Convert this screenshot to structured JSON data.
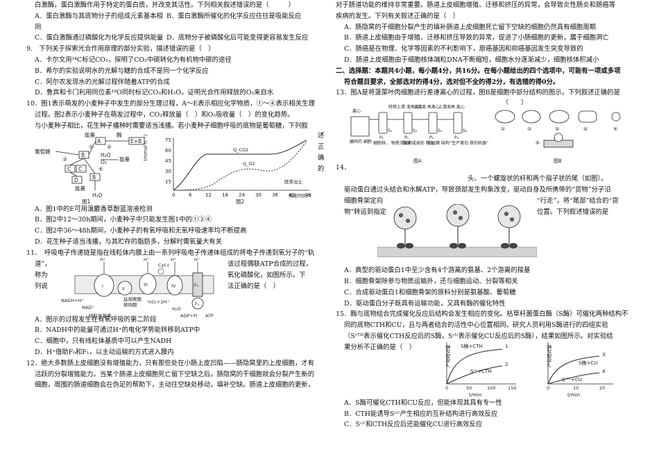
{
  "left": {
    "q8_tail": {
      "line1": "白激酶，蛋白激酶作用于特定的蛋白质，并改变其活性。下列相关叙述错误的是（　　　）",
      "A": "A．蛋白激酶与其底物分子的组成元素基本相同",
      "B": "B．蛋白激酶所催化的化学反应往往是吸能反应",
      "C": "C．蛋白激酶通过磷酸化为化学反应提供能量",
      "D": "D．底物分子被磷酸化后可能变得更容易发生反应"
    },
    "q9": {
      "stem": "9.　下列关于探索光合作用原理的部分实验，描述错误的是（　）",
      "A": "A．卡尔文用¹⁴C标记CO₂，探明了CO₂中碳转化为有机物中碳的途径",
      "B": "B．希尔的实验说明水的光解与糖的合成不是同一个化学反应",
      "C": "C．阿尔农发现水的光解过程伴随着ATP的合成",
      "D": "D．鲁宾和卡门利用同位素¹⁸O同时标记CO₂和H₂O，证明光合作用释放的O₂来自水"
    },
    "q10": {
      "stem1": "10．图1表示萌发的小麦种子中发生的部分生理过程，A～E表示相应化学物质，①～④表示相关生理",
      "stem2": "过程。图2表示小麦种子在萌发过程中，CO₂释放量（　）和O₂吸收量（　）的变化趋势。",
      "stem3": "与小麦种子相比，花生种子播种时需要适当浅播。若小麦种子细胞呼吸的底物是葡萄糖，下列叙",
      "stem_tail1": "述",
      "stem_tail2": "正",
      "stem_tail3": "确",
      "stem_tail4": "的",
      "fig1_label": "图1",
      "fig2_label": "图2",
      "fig1": {
        "glucose": "葡萄糖",
        "energy1": "能量",
        "energy2": "能量",
        "energy3": "能量",
        "enzyme": "酶",
        "A": "A",
        "EB": "E+B",
        "C": "C",
        "D": "D",
        "B": "B",
        "h2o": "H₂O",
        "o2": "O₂",
        "c1": "①",
        "c2": "②",
        "c3": "③",
        "c4": "④"
      },
      "fig2": {
        "ylabel": "(mmol·h⁻¹)",
        "yvals": [
          "75",
          "60",
          "45",
          "30",
          "15"
        ],
        "xvals": [
          "0",
          "6",
          "12",
          "18",
          "24",
          "30",
          "36",
          "42",
          "48"
        ],
        "xlabel": "萌发时间/h",
        "qco2": "Q_CO2",
        "qo2": "Q_O2",
        "emerge": "胚芽出土"
      },
      "A": "A．图1中的E可用溴麝香草酚蓝溶液检测",
      "B": "B．图2中12～30h期间，小麦种子中只能发生图1中的①③④",
      "C": "C．图2中36～48h期间，小麦种子的有氧呼吸和无氧呼吸速率均不断提高",
      "D": "D．花生种子适当浅播，与其贮存的脂肪多，分解时需氧量大有关"
    },
    "q11": {
      "stem1": "11．　呼吸电子传递链是指在线粒体内膜上由一系列呼吸电子传递体组成的将电子传递到氧分子的“轨",
      "stem2a": "道”，",
      "stem2b": "该过程偶联ATP合成的过程，",
      "stem3a": "称为",
      "stem3b": "氧化磷酸化，如图所示。下",
      "stem4a": "列说",
      "stem4b": "法正确的是（　）",
      "fig": {
        "h1": "H⁺",
        "h2": "H⁺",
        "h3": "H⁺",
        "cytc": "Cyt c",
        "nadh": "NADH+H⁺",
        "nad": "NAD⁺",
        "succ": "延胡索酸",
        "succ2": "琥珀酸",
        "o2": "½O₂+2H⁺",
        "h2o": "H₂O",
        "adp": "ADP+Pi",
        "atp": "ATP",
        "matrix": "线粒体基质",
        "I": "I",
        "II": "II",
        "III": "III",
        "IV": "IV",
        "F0": "F₀",
        "F1": "F₁"
      },
      "A": "A．图示的过程发生在有氧呼吸的第二阶段",
      "B": "B．NADH中的能量可通过H⁺的电化学势能转移到ATP中",
      "C": "C．细胞中，只有线粒体基质中可以产生NADH",
      "D": "D．H⁺借助F₀和F₁，以主动运输的方式进入膜内"
    },
    "q12": {
      "stem1": "12．绝大多数肠上皮细胞没有增殖能力，只有那些处在小肠上皮凹陷——肠隐窝里的上皮细胞，才有",
      "stem2": "活跃的分裂增殖能力。当某个肠道上皮细胞死亡留下空缺之后，肠隐窝的干细胞就会分裂产生新的",
      "stem3": "细胞，周围的肠道细胞会在伪足的帮助下，主动往空缺处移动，填补空缺。肠道上皮细胞的更新，"
    }
  },
  "right": {
    "q12_cont": {
      "line1": "对于肠道功能的维持非常重要。肠道上皮细胞增殖、迁移和挤压的异常，会导致炎性肠炎和肠癌等",
      "line2": "疾病的发生。下列有关叙述正确的是（　）",
      "A": "A．肠隐窝的干细胞分裂产生的填补肠道上皮细胞死亡留下空缺的细胞仍然具有细胞周期",
      "B": "B．肠道上皮细胞由于增殖、迁移和挤压导致的异常，促进了小肠细胞的更新，属于细胞凋亡",
      "C": "C．肠癌是在物理、化学等因素的不利影响下，原癌基因和抑癌基因发生突变导致的",
      "D": "D．肠道上皮细胞由于细胞核体端粒DNA不断缩短，细胞水分逐渐减少，细胞核体积减小"
    },
    "section2": "二、选择题：本题共4小题，每小题4分，共16分。在每小题给出的四个选项中，可能有一项或多项",
    "section2b": "符合题目要求，全部选对的得4分，选对但不全的得2分，有选错的得0分。",
    "q13": {
      "stem": "13．图A是将菠菜叶肉细胞进行差速离心的过程，图B是细胞中部分结构的图示，下列叙述正确的是",
      "paren": "（　　）",
      "figA_label": "图A",
      "figB_label": "图B",
      "tube_labels": [
        "离心",
        "转移上清\n液再离心",
        "上清液\n再离心",
        "上清液再\n离心"
      ],
      "p1": "P₁",
      "p2": "P₂",
      "p3": "P₃",
      "p4": "P₄",
      "s1": "S₁",
      "s2": "S₂",
      "s3": "S₃",
      "s4": "S₄",
      "broken": "磨碎的\n细胞",
      "p1_desc": "细胞核、\n物质沉淀物",
      "p2_desc": "椭球\n或球形\n粒无",
      "p3_desc": "双层膜\n结构",
      "p4_desc": "“生产蛋白\n质的机器”",
      "nums": [
        "①",
        "②",
        "③",
        "④",
        "⑤",
        "⑥"
      ]
    },
    "q14": {
      "num": "14．",
      "stem1_tail": "头、一个螺旋状的杆和两个扇子状的尾（如图）。",
      "stem2": "驱动蛋白通过头结合和水解ATP，导致颈部发生构象改变，驱动自身及所携带的“货物”分子沿",
      "stem3a": "细胞骨架定向",
      "stem3b": "“行走”，将“尾部”结合的“货",
      "stem4a": "物”转运到指定",
      "stem4b": "位置。下列叙述错误的是",
      "A": "A．典型的驱动蛋白1中至少含有4个游离的氨基、2个游离的羧基",
      "B": "B．细胞骨架除参与物质运输外，还与细胞运动、分裂等相关",
      "C": "C．合成驱动蛋白1和细胞骨架的原料分别是氨基酸、葡萄糖",
      "D": "D．驱动蛋白分子既具有运输功能，又具有酶的催化特性"
    },
    "q15": {
      "stem1": "15．酶与底物结合完成催化反应后结构会发生相应的变化。枯草杆菌蛋白酶（S酶）可催化两种结构不",
      "stem2": "同的底物CTH和CU，且与两者结合的活性中心位置相同。研究人员利用S酶进行的四组实验",
      "stem3": "（Sᶜᵀᴴ表示催化CTH反应后的S酶，Sᶜᵁ表示催化CU反应后的S酶），结果如图所示。对实验结",
      "stem4": "果分析不正确的是（　）",
      "graph1": {
        "ylabel": "产物相对量",
        "xlabel": "t/min",
        "xvals": [
          "0",
          "50",
          "100",
          "150"
        ],
        "curve1": "S酶+CTH",
        "curve2": "Sᶜᵁ+CTH",
        "n1": "1",
        "n2": "2"
      },
      "graph2": {
        "ylabel": "产物相对量",
        "xlabel": "t/min",
        "xvals": [
          "0",
          "10",
          "20"
        ],
        "curve3": "S酶+CU",
        "curve4": "Sᶜᵀᴴ+CU",
        "n3": "3",
        "n4": "4"
      },
      "A": "A．S酶可催化CTH和CU反应，但能体现其具有专一性",
      "B": "B．CTH能诱导Sᶜᵁ产生相应的互补结构进行高效反应",
      "C": "C．Sᶜᵁ和CTH反应后还能催化CU进行高效反应"
    }
  },
  "colors": {
    "text": "#111111",
    "line": "#222222"
  }
}
